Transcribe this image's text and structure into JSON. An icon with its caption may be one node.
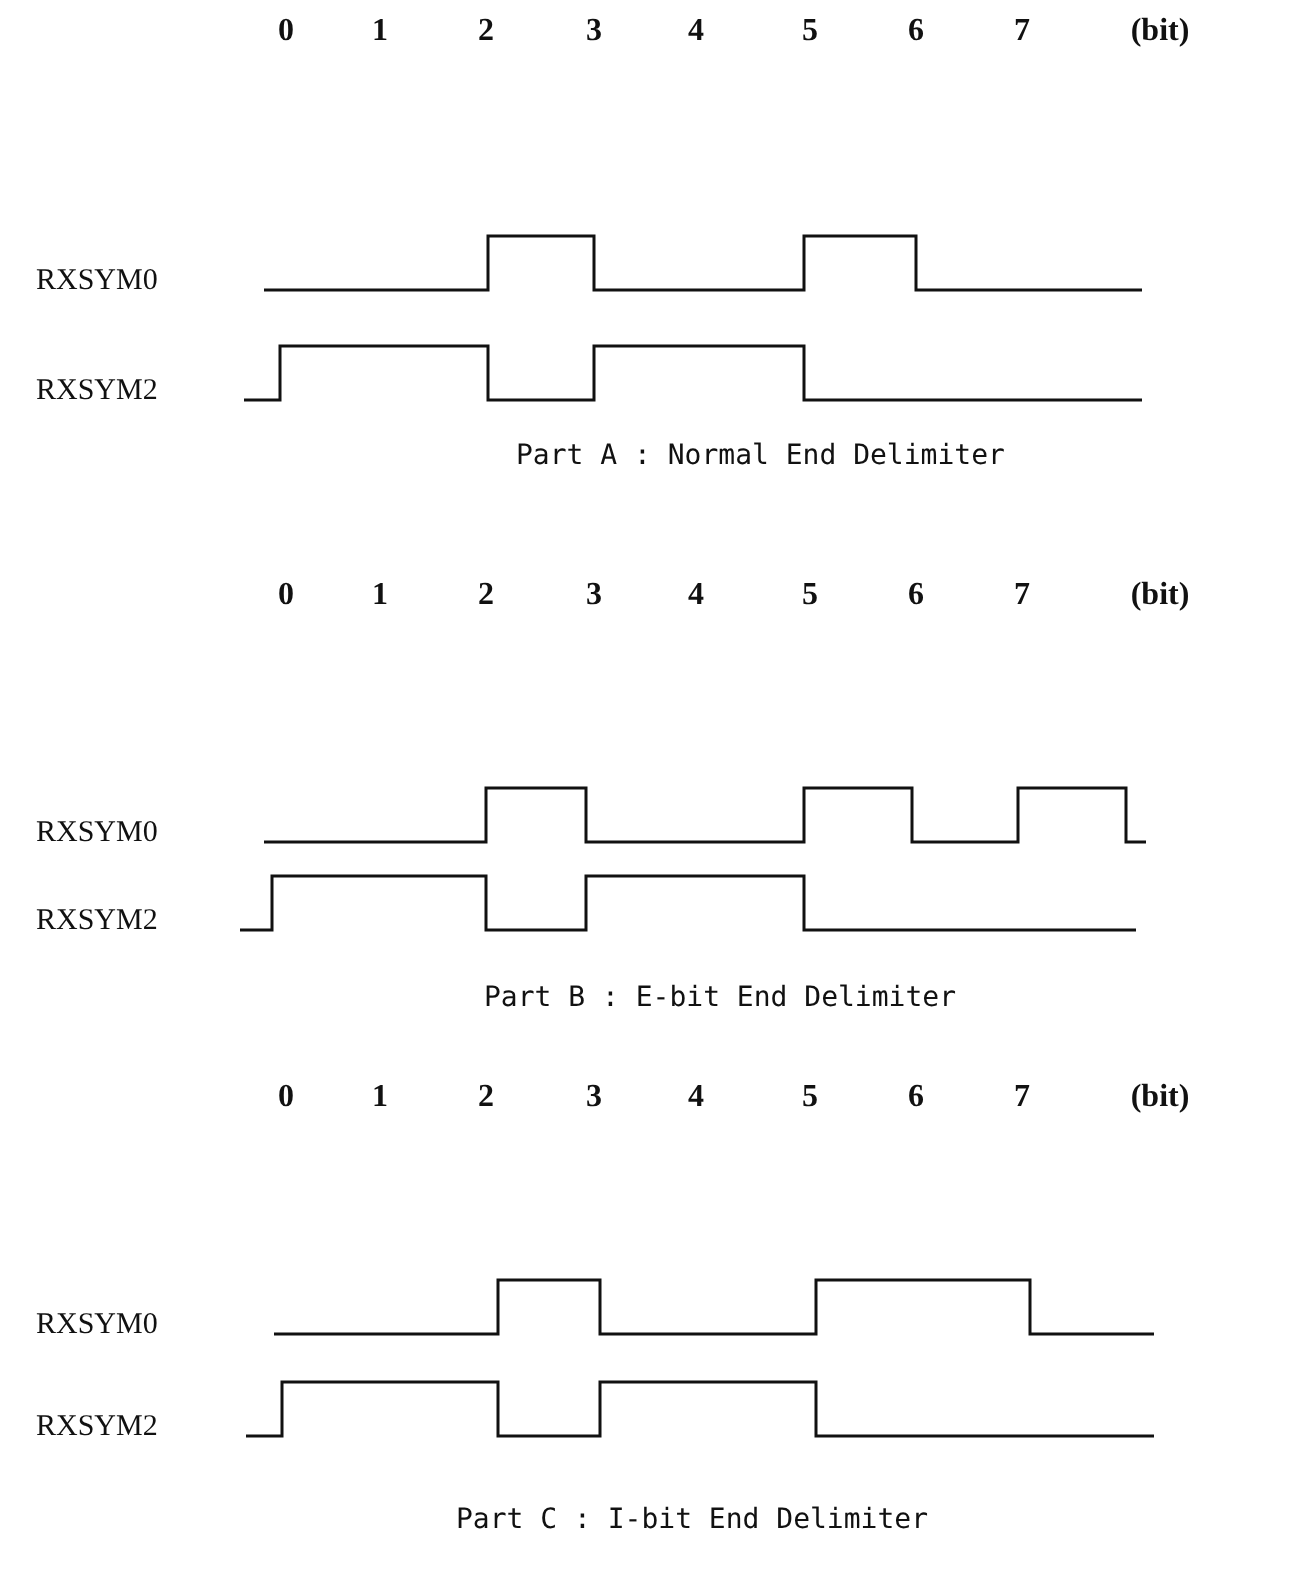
{
  "diagram": {
    "labels": [
      "0",
      "1",
      "2",
      "3",
      "4",
      "5",
      "6",
      "7",
      "(bit)",
      "RXSYM0",
      "RXSYM2",
      "Part A : Normal End Delimiter",
      "0",
      "1",
      "2",
      "3",
      "4",
      "5",
      "6",
      "7",
      "(bit)",
      "RXSYM0",
      "RXSYM2",
      "Part B : E-bit End Delimiter",
      "0",
      "1",
      "2",
      "3",
      "4",
      "5",
      "6",
      "7",
      "(bit)",
      "RXSYM0",
      "RXSYM2",
      "Part C : I-bit End Delimiter"
    ]
  }
}
